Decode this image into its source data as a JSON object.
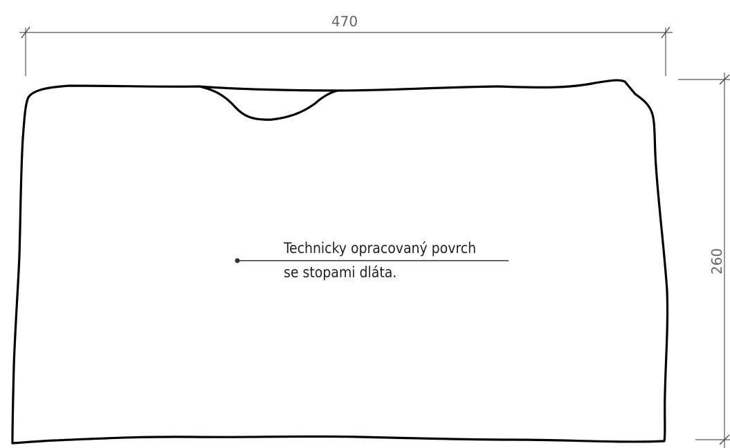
{
  "dimensions": {
    "width_label": "470",
    "height_label": "260"
  },
  "annotation": {
    "line1": "Technicky opracovaný povrch",
    "line2": "se stopami dláta."
  }
}
